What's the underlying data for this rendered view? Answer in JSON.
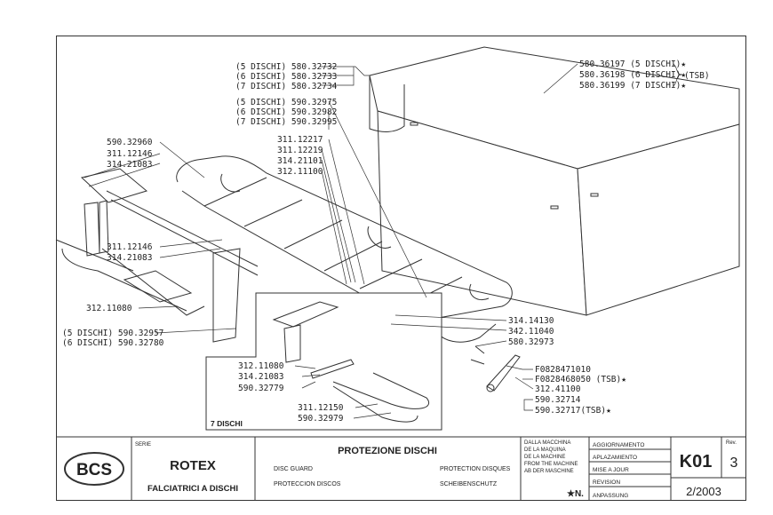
{
  "callouts": {
    "cover_5": "(5 DISCHI) 580.32732",
    "cover_6": "(6 DISCHI) 580.32733",
    "cover_7": "(7 DISCHI) 580.32734",
    "guard_5": "(5 DISCHI) 590.32975",
    "guard_6": "(6 DISCHI) 590.32982",
    "guard_7": "(7 DISCHI) 590.32995",
    "tsb_5": "580.36197 (5 DISCHI)★",
    "tsb_6": "580.36198 (6 DISCHI)★",
    "tsb_7": "580.36199 (7 DISCHI)★",
    "tsb_tag": "(TSB)",
    "p590_32960": "590.32960",
    "p311_12146_a": "311.12146",
    "p314_21083_a": "314.21083",
    "p311_12217": "311.12217",
    "p311_12219": "311.12219",
    "p314_21101": "314.21101",
    "p312_11100": "312.11100",
    "p311_12146_b": "311.12146",
    "p314_21083_b": "314.21083",
    "p312_11080_a": "312.11080",
    "rail_5": "(5 DISCHI) 590.32957",
    "rail_6": "(6 DISCHI) 590.32780",
    "p314_14130": "314.14130",
    "p342_11040": "342.11040",
    "p580_32973": "580.32973",
    "f0828471010": "F0828471010",
    "f0828468050": "F0828468050 (TSB)★",
    "p312_41100": "312.41100",
    "p590_32714": "590.32714",
    "p590_32717": "590.32717(TSB)★",
    "in_312_11080": "312.11080",
    "in_314_21083": "314.21083",
    "in_590_32779": "590.32779",
    "in_311_12150": "311.12150",
    "in_590_32979": "590.32979",
    "inset_title": "7 DISCHI"
  },
  "title_block": {
    "logo": "BCS",
    "serie_label": "SERIE",
    "model": "ROTEX",
    "model_sub": "FALCIATRICI A DISCHI",
    "drawing_title": "PROTEZIONE DISCHI",
    "title_en": "DISC GUARD",
    "title_fr": "PROTECTION DISQUES",
    "title_es": "PROTECCION DISCOS",
    "title_de": "SCHEIBENSCHUTZ",
    "from_it": "DALLA MACCHINA",
    "from_es": "DE LA MAQUINA",
    "from_en": "DE LA MACHINE",
    "from_en2": "FROM THE MACHINE",
    "from_de": "AB DER MASCHINE",
    "star_n": "★N.",
    "upd_it": "AGGIORNAMENTO",
    "upd_es": "APLAZAMIENTO",
    "upd_fr": "MISE A JOUR",
    "upd_en": "REVISION",
    "upd_de": "ANPASSUNG",
    "code": "K01",
    "rev_label": "Rev.",
    "rev": "3",
    "date": "2/2003"
  }
}
